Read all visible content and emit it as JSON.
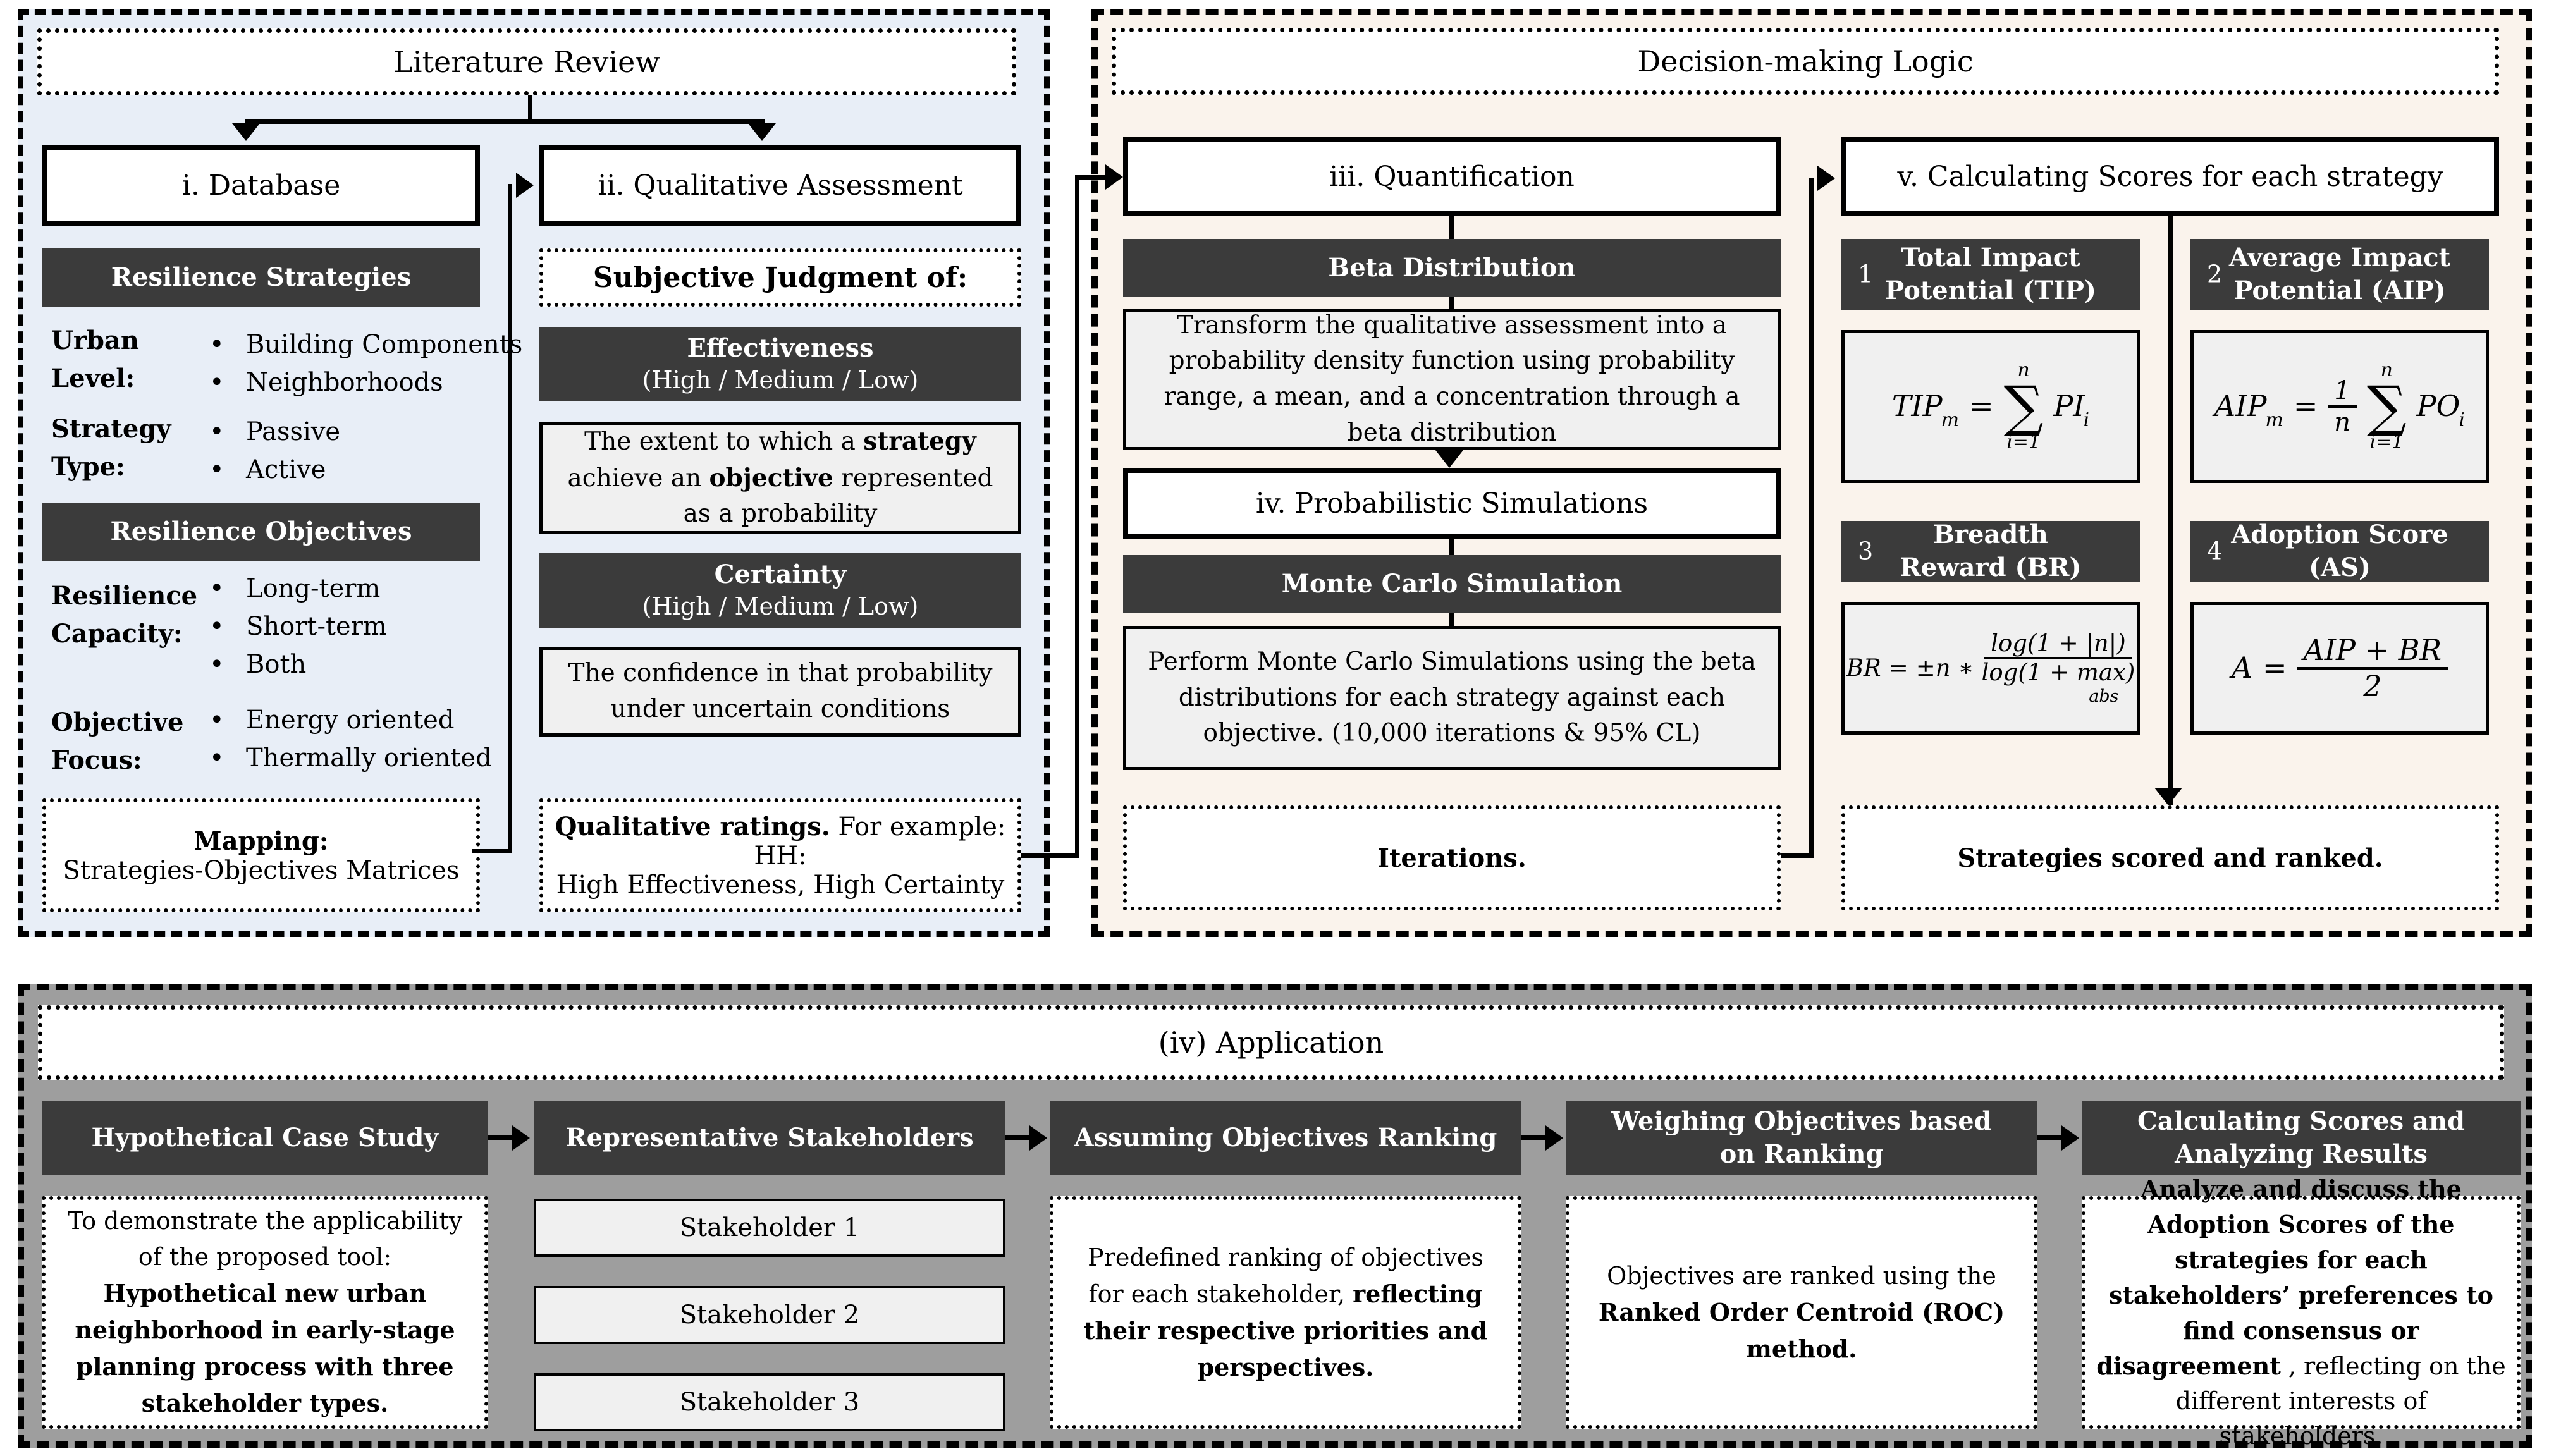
{
  "colors": {
    "literature_bg": "#e8eef7",
    "decision_bg": "#faf3ec",
    "application_bg": "#9e9e9e",
    "header_dark": "#3b3b3b",
    "box_light": "#f0f0f0",
    "border": "#000000"
  },
  "literature": {
    "title": "Literature Review",
    "database_title": "i. Database",
    "qualitative_title": "ii. Qualitative Assessment",
    "strategies_header": "Resilience Strategies",
    "urban_label": "Urban Level:",
    "urban_items": [
      "Building Components",
      "Neighborhoods"
    ],
    "strategy_label": "Strategy Type:",
    "strategy_items": [
      "Passive",
      "Active"
    ],
    "objectives_header": "Resilience Objectives",
    "capacity_label": "Resilience Capacity:",
    "capacity_items": [
      "Long-term",
      "Short-term",
      "Both"
    ],
    "focus_label": "Objective Focus:",
    "focus_items": [
      "Energy oriented",
      "Thermally oriented"
    ],
    "mapping_title": "Mapping:",
    "mapping_text": "Strategies-Objectives Matrices",
    "subjective": "Subjective Judgment of:",
    "effectiveness_title": "Effectiveness",
    "effectiveness_scale": "(High / Medium / Low)",
    "effectiveness_pre": "The extent to which a ",
    "effectiveness_b1": "strategy",
    "effectiveness_mid": " achieve an ",
    "effectiveness_b2": "objective",
    "effectiveness_post": " represented as a probability",
    "certainty_title": "Certainty",
    "certainty_scale": "(High / Medium / Low)",
    "certainty_text": "The confidence in that probability under uncertain conditions",
    "ratings_bold": "Qualitative ratings.",
    "ratings_rest": " For example:",
    "ratings_line2": "HH:",
    "ratings_line3": "High Effectiveness, High Certainty"
  },
  "decision": {
    "title": "Decision-making Logic",
    "quant_title": "iii. Quantification",
    "beta_header": "Beta Distribution",
    "beta_text": "Transform the qualitative assessment into a probability density function using probability range, a mean, and a concentration through a beta distribution",
    "sim_title": "iv. Probabilistic Simulations",
    "mc_header": "Monte Carlo Simulation",
    "mc_text": "Perform Monte Carlo Simulations using the beta distributions for each strategy against each objective. (10,000 iterations & 95% CL)",
    "iterations": "Iterations.",
    "scores_title": "v. Calculating Scores for each strategy",
    "tip": {
      "num": "1",
      "title": "Total Impact Potential (TIP)",
      "lhs": "TIP",
      "lhs_sub": "m",
      "eq": "=",
      "sum_top": "n",
      "sigma": "∑",
      "sum_bot": "i=1",
      "rhs": "PI",
      "rhs_sub": "i"
    },
    "aip": {
      "num": "2",
      "title": "Average Impact Potential (AIP)",
      "lhs": "AIP",
      "lhs_sub": "m",
      "eq": "=",
      "frac_num": "1",
      "frac_den": "n",
      "sum_top": "n",
      "sigma": "∑",
      "sum_bot": "i=1",
      "rhs": "PO",
      "rhs_sub": "i"
    },
    "br": {
      "num": "3",
      "title": "Breadth Reward (BR)",
      "lhs": "BR",
      "eq": "=",
      "coef": "±n ∗",
      "frac_num": "log(1 + |n|)",
      "frac_den": "log(1 + max)",
      "frac_den_sub": "abs"
    },
    "as": {
      "num": "4",
      "title": "Adoption Score (AS)",
      "lhs": "A",
      "eq": "=",
      "frac_num": "AIP + BR",
      "frac_den": "2"
    },
    "result": "Strategies scored and ranked."
  },
  "application": {
    "title": "(iv) Application",
    "step1_header": "Hypothetical Case Study",
    "step1_pre": "To demonstrate the applicability of the proposed tool:",
    "step1_bold": "Hypothetical new urban neighborhood in early-stage planning process with three stakeholder types.",
    "step2_header": "Representative Stakeholders",
    "stakeholders": [
      "Stakeholder 1",
      "Stakeholder 2",
      "Stakeholder 3"
    ],
    "step3_header": "Assuming Objectives Ranking",
    "step3_pre": "Predefined ranking of objectives for each stakeholder, ",
    "step3_bold": "reflecting their respective priorities and perspectives.",
    "step4_header": "Weighing Objectives based on Ranking",
    "step4_pre": "Objectives are ranked using the ",
    "step4_bold": "Ranked Order Centroid (ROC) method.",
    "step5_header": "Calculating Scores and Analyzing Results",
    "step5_bold": "Analyze and discuss the Adoption Scores of the strategies for each stakeholders’ preferences to find consensus or disagreement",
    "step5_post": ", reflecting on the different interests of stakeholders."
  }
}
